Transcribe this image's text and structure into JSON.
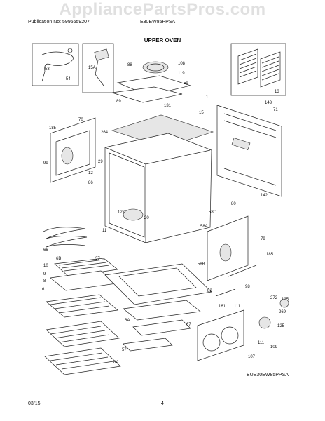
{
  "watermark": "AppliancePartsPros.com",
  "header": {
    "publication": "Publication No: 5995659207",
    "model": "E30EW85PPSA",
    "section": "UPPER OVEN"
  },
  "footer": {
    "date": "03/15",
    "page": "4",
    "drawing_id": "BUE30EW85PPSA"
  },
  "callouts": [
    "53",
    "54",
    "15A",
    "108",
    "88",
    "119",
    "59",
    "89",
    "131",
    "1",
    "15",
    "143",
    "71",
    "13",
    "70",
    "185",
    "264",
    "29",
    "12",
    "86",
    "99",
    "142",
    "58C",
    "80",
    "127",
    "20",
    "11",
    "58A",
    "66",
    "6B",
    "37",
    "10",
    "9",
    "8",
    "6",
    "79",
    "185",
    "58B",
    "82",
    "98",
    "272",
    "125",
    "161",
    "111",
    "269",
    "6A",
    "67",
    "125",
    "57",
    "6A",
    "111",
    "109",
    "107"
  ]
}
